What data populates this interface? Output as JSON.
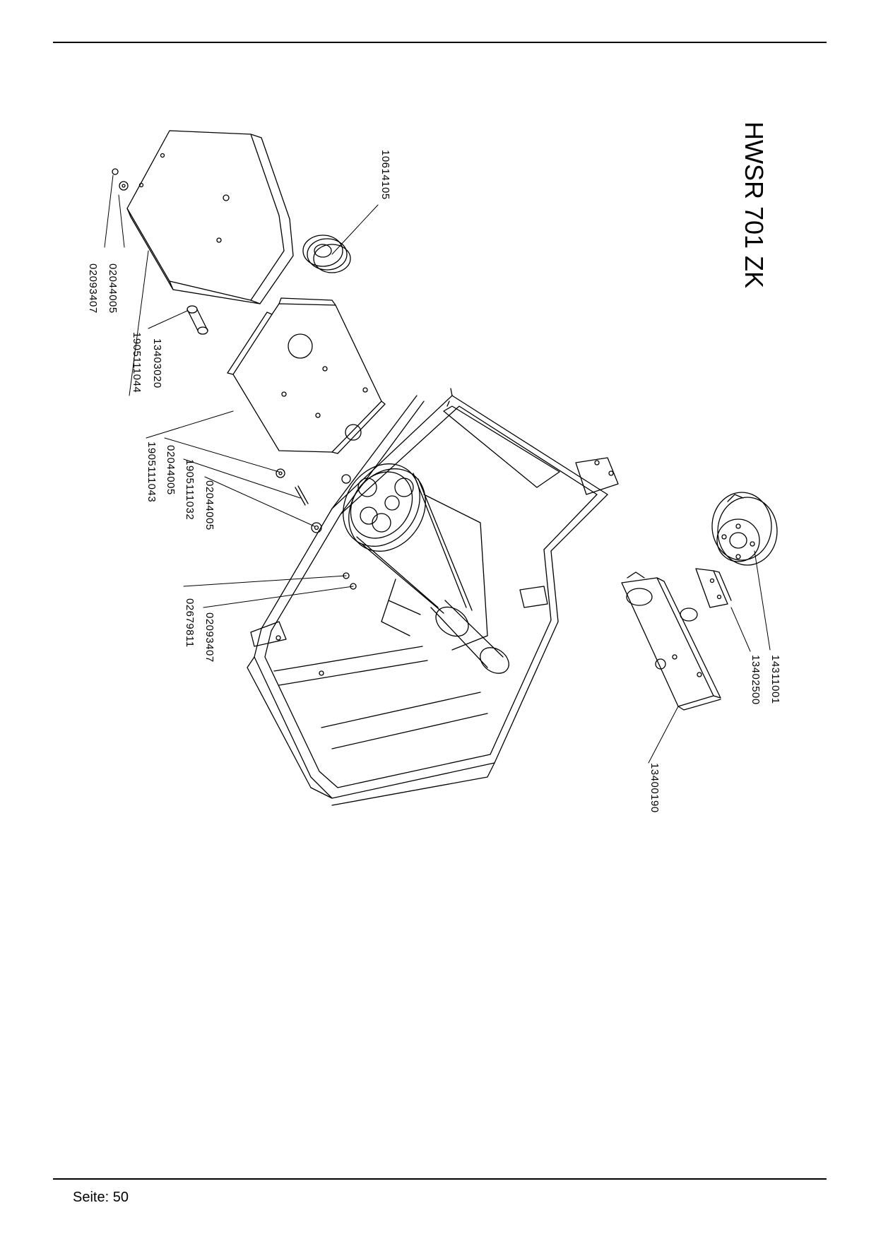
{
  "model": "HWSR 701 ZK",
  "footer": {
    "page_label": "Seite: 50"
  },
  "part_numbers": [
    "10614105",
    "02044005",
    "02093407",
    "13403020",
    "1905111044",
    "1905111043",
    "02044005",
    "1905111032",
    "02044005",
    "02679811",
    "02093407",
    "14311001",
    "13402500",
    "13400190"
  ]
}
